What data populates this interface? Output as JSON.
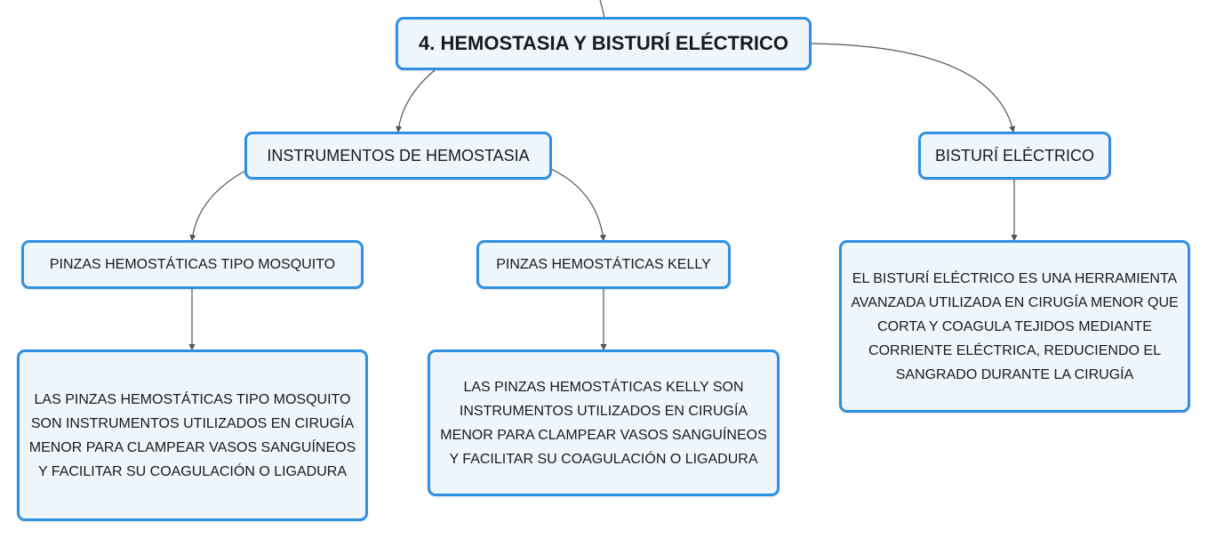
{
  "map": {
    "root": "4. HEMOSTASIA Y BISTURÍ ELÉCTRICO",
    "instrumentos": {
      "title": "INSTRUMENTOS DE HEMOSTASIA",
      "mosquito": {
        "title": "PINZAS HEMOSTÁTICAS TIPO MOSQUITO",
        "description": "LAS PINZAS HEMOSTÁTICAS TIPO MOSQUITO SON INSTRUMENTOS UTILIZADOS EN CIRUGÍA MENOR PARA CLAMPEAR VASOS SANGUÍNEOS Y FACILITAR SU COAGULACIÓN O LIGADURA"
      },
      "kelly": {
        "title": "PINZAS HEMOSTÁTICAS KELLY",
        "description": "LAS PINZAS HEMOSTÁTICAS KELLY SON INSTRUMENTOS UTILIZADOS EN CIRUGÍA MENOR PARA CLAMPEAR VASOS SANGUÍNEOS Y FACILITAR SU COAGULACIÓN O LIGADURA"
      }
    },
    "bisturi": {
      "title": "BISTURÍ ELÉCTRICO",
      "description": "EL BISTURÍ ELÉCTRICO ES UNA HERRAMIENTA AVANZADA UTILIZADA EN CIRUGÍA MENOR QUE CORTA Y COAGULA TEJIDOS MEDIANTE CORRIENTE ELÉCTRICA, REDUCIENDO EL SANGRADO DURANTE LA CIRUGÍA"
    }
  }
}
